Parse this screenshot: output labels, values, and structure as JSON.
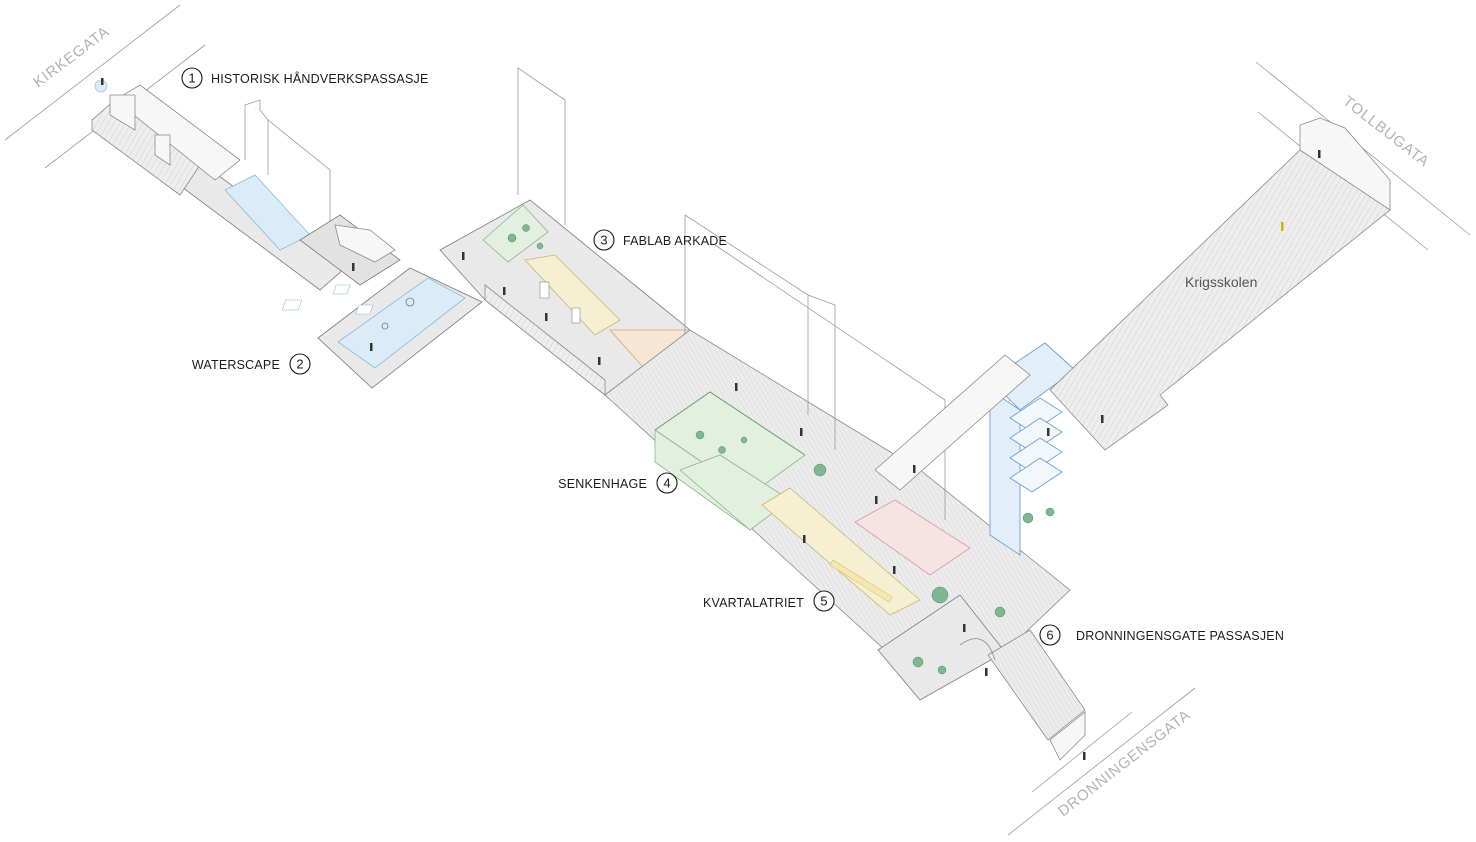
{
  "labels": [
    {
      "id": "historisk",
      "number": "1",
      "text": "HISTORISK HÅNDVERKSPASSASJE"
    },
    {
      "id": "waterscape",
      "number": "2",
      "text": "WATERSCAPE"
    },
    {
      "id": "fablab",
      "number": "3",
      "text": "FABLAB ARKADE"
    },
    {
      "id": "senkenhage",
      "number": "4",
      "text": "SENKENHAGE"
    },
    {
      "id": "kvartalatriet",
      "number": "5",
      "text": "KVARTALATRIET"
    },
    {
      "id": "dronningensgate-passasjen",
      "number": "6",
      "text": "DRONNINGENSGATE PASSASJEN"
    }
  ],
  "streets": {
    "kirkegata": "KIRKEGATA",
    "tollbugata": "TOLLBUGATA",
    "dronningensgata": "DRONNINGENSGATA"
  },
  "buildings": {
    "krigsskolen": "Krigsskolen"
  }
}
